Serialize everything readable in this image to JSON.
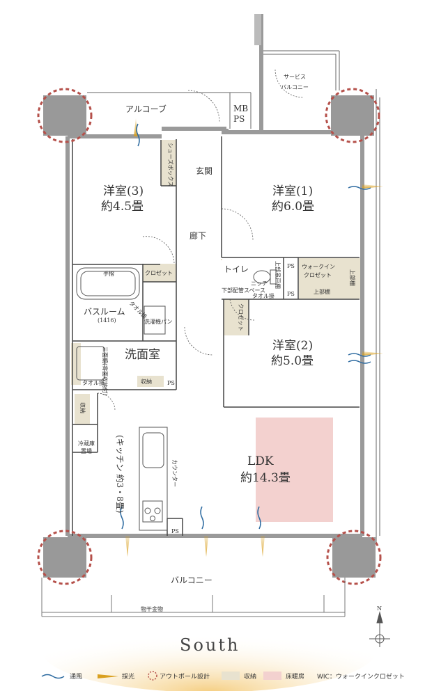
{
  "rooms": {
    "alcove": "アルコーブ",
    "service_balcony_1": "サービス",
    "service_balcony_2": "バルコニー",
    "mb_1": "MB",
    "mb_2": "PS",
    "shoe_box": "シューズボックス",
    "entrance": "玄関",
    "room3_name": "洋室(3)",
    "room3_size": "約4.5畳",
    "room1_name": "洋室(1)",
    "room1_size": "約6.0畳",
    "corridor": "廊下",
    "closet_a": "クロゼット",
    "toilet": "トイレ",
    "toilet_upper": "上部吊戸棚",
    "niche": "ニッチ",
    "niche_space": "下部配管スペース",
    "towel_1": "タオル掛",
    "ps_1": "PS",
    "ps_2": "PS",
    "wic_1": "ウォークイン",
    "wic_2": "クロゼット",
    "upper_shelf_1": "上部棚",
    "upper_shelf_2": "上部棚",
    "handrail": "手摺",
    "bathroom": "バスルーム",
    "bathroom_size": "(1416)",
    "towel_2": "タオル掛",
    "washer_pan": "洗濯機パン",
    "closet_b": "クロゼット",
    "room2_name": "洋室(2)",
    "room2_size": "約5.0畳",
    "washroom": "洗面室",
    "mirror": "三面鏡(背面収納付)",
    "towel_3": "タオル掛",
    "storage_a": "収納",
    "ps_3": "PS",
    "storage_b": "収納",
    "fridge_1": "冷蔵庫",
    "fridge_2": "置場",
    "kitchen": "(キッチン 約3・8畳)",
    "counter": "カウンター",
    "ldk_name": "LDK",
    "ldk_size": "約14.3畳",
    "ps_4": "PS",
    "balcony": "バルコニー",
    "drying": "物干金物",
    "south": "South",
    "north": "N"
  },
  "legend": {
    "ventilation": "通風",
    "daylight": "採光",
    "outpole": "アウトポール設計",
    "storage": "収納",
    "floor_heating": "床暖房",
    "wic": "WIC：ウォークインクロゼット"
  },
  "colors": {
    "wall": "#9a9a9a",
    "storage": "#e8e2cf",
    "floor_heating": "#f3d1cf",
    "outpole": "#b5504a",
    "ventilation": "#2c6aa0",
    "daylight": "#d9a020"
  }
}
